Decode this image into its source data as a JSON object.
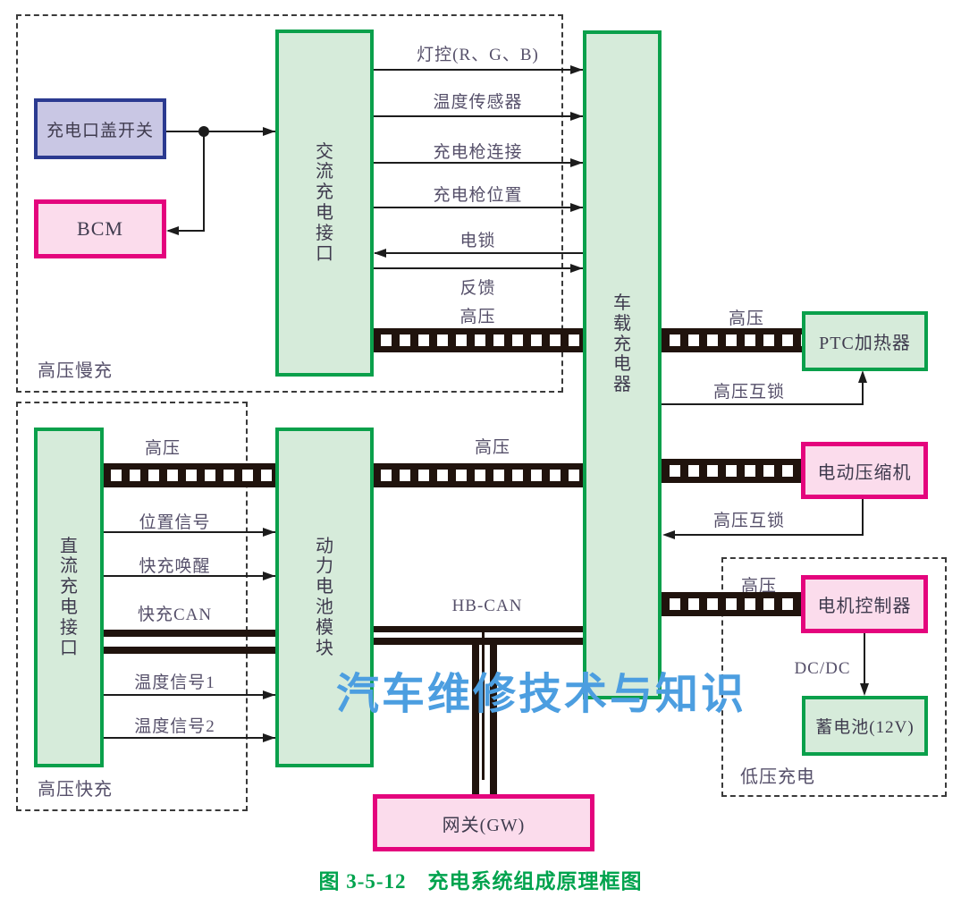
{
  "diagram": {
    "caption": "图 3-5-12　充电系统组成原理框图",
    "watermark": "汽车维修技术与知识",
    "groups": {
      "slow_charge": {
        "label": "高压慢充"
      },
      "fast_charge": {
        "label": "高压快充"
      },
      "low_voltage": {
        "label": "低压充电"
      }
    },
    "blocks": {
      "charge_port_cover_switch": {
        "label": "充电口盖开关"
      },
      "bcm": {
        "label": "BCM"
      },
      "ac_charge_interface": {
        "label": "交流充电接口"
      },
      "onboard_charger": {
        "label": "车载充电器"
      },
      "dc_charge_interface": {
        "label": "直流充电接口"
      },
      "power_battery_module": {
        "label": "动力电池模块"
      },
      "ptc_heater": {
        "label": "PTC加热器"
      },
      "electric_compressor": {
        "label": "电动压缩机"
      },
      "motor_controller": {
        "label": "电机控制器"
      },
      "battery_12v": {
        "label": "蓄电池(12V)"
      },
      "gateway": {
        "label": "网关(GW)"
      }
    },
    "signals": {
      "light_control": {
        "label": "灯控(R、G、B)",
        "direction": "right"
      },
      "temp_sensor": {
        "label": "温度传感器",
        "direction": "right"
      },
      "gun_connect": {
        "label": "充电枪连接",
        "direction": "right"
      },
      "gun_position": {
        "label": "充电枪位置",
        "direction": "right"
      },
      "elock": {
        "label": "电锁",
        "direction": "left"
      },
      "feedback": {
        "label": "反馈",
        "direction": "right"
      },
      "hv_ac_obc": {
        "label": "高压"
      },
      "hv_obc_ptc": {
        "label": "高压"
      },
      "hv_interlock_ptc": {
        "label": "高压互锁"
      },
      "hv_interlock_compressor": {
        "label": "高压互锁"
      },
      "hv_obc_mc": {
        "label": "高压"
      },
      "dcdc": {
        "label": "DC/DC"
      },
      "hv_dc_batt": {
        "label": "高压"
      },
      "hv_batt_obc": {
        "label": "高压"
      },
      "position_signal": {
        "label": "位置信号",
        "direction": "right"
      },
      "fast_charge_wakeup": {
        "label": "快充唤醒",
        "direction": "right"
      },
      "fast_charge_can": {
        "label": "快充CAN"
      },
      "temp_signal_1": {
        "label": "温度信号1",
        "direction": "right"
      },
      "temp_signal_2": {
        "label": "温度信号2",
        "direction": "right"
      },
      "hb_can": {
        "label": "HB-CAN"
      }
    },
    "colors": {
      "green_border": "#0aa04b",
      "green_fill": "#d6ebda",
      "pink_border": "#e4057d",
      "pink_fill": "#fbdcec",
      "navy_border": "#2b3a90",
      "lavender_fill": "#c9c7e4",
      "cable_dark": "#20130d",
      "caption_green": "#00a34e",
      "watermark_blue": "#4c9ee0",
      "label_gray": "#56506a"
    }
  }
}
